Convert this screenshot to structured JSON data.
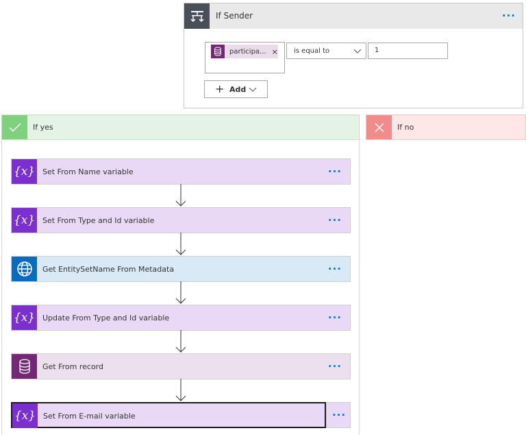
{
  "condition": {
    "title": "If Sender",
    "menu": "···",
    "token": {
      "label": "participa...",
      "remove": "×",
      "icon": "database-icon"
    },
    "operator": "is equal to",
    "value": "1",
    "add_label": "Add",
    "add_plus": "+"
  },
  "branches": {
    "yes": {
      "title": "If yes",
      "icon": "checkmark-icon"
    },
    "no": {
      "title": "If no",
      "icon": "close-icon"
    }
  },
  "actions": [
    {
      "label": "Set From Name variable",
      "type": "variable",
      "icon_text": "{x}",
      "menu": "···"
    },
    {
      "label": "Set From Type and Id variable",
      "type": "variable",
      "icon_text": "{x}",
      "menu": "···"
    },
    {
      "label": "Get EntitySetName From Metadata",
      "type": "http",
      "icon_text": "",
      "menu": "···"
    },
    {
      "label": "Update From Type and Id variable",
      "type": "variable",
      "icon_text": "{x}",
      "menu": "···"
    },
    {
      "label": "Get From record",
      "type": "database",
      "icon_text": "",
      "menu": "···"
    },
    {
      "label": "Set From E-mail variable",
      "type": "variable",
      "icon_text": "{x}",
      "menu": "···"
    }
  ],
  "colors": {
    "variable": "#7b2fd1",
    "http": "#0a6cbf",
    "database": "#742774",
    "yes": "#7fd07f",
    "no": "#f08c8c",
    "accent": "#0078d4"
  }
}
